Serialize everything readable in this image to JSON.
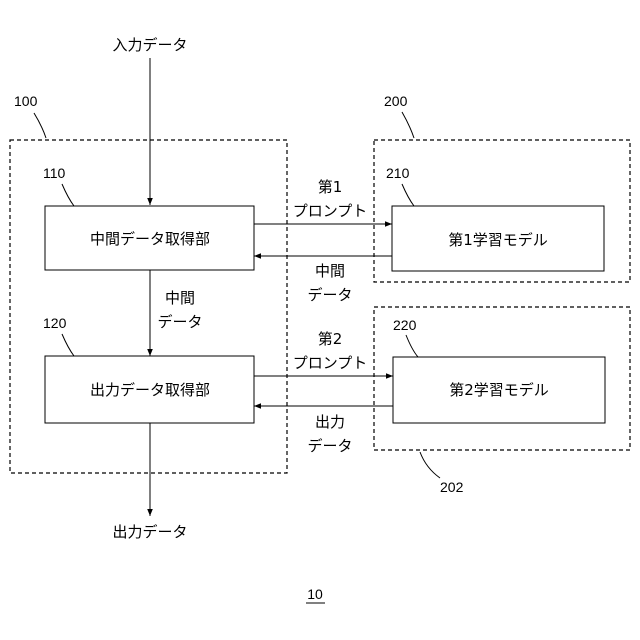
{
  "input_label": "入力データ",
  "output_label": "出力データ",
  "groups": {
    "system_ref": "100",
    "model1_group_ref": "200",
    "model2_group_ref": "202"
  },
  "blocks": {
    "intermediate_unit": {
      "ref": "110",
      "label": "中間データ取得部"
    },
    "output_unit": {
      "ref": "120",
      "label": "出力データ取得部"
    },
    "model1": {
      "ref": "210",
      "label": "第1学習モデル"
    },
    "model2": {
      "ref": "220",
      "label": "第2学習モデル"
    }
  },
  "arrows": {
    "prompt1": [
      "第1",
      "プロンプト"
    ],
    "mid_return": [
      "中間",
      "データ"
    ],
    "mid_down": [
      "中間",
      "データ"
    ],
    "prompt2": [
      "第2",
      "プロンプト"
    ],
    "out_return": [
      "出力",
      "データ"
    ]
  },
  "figure_number": "10"
}
